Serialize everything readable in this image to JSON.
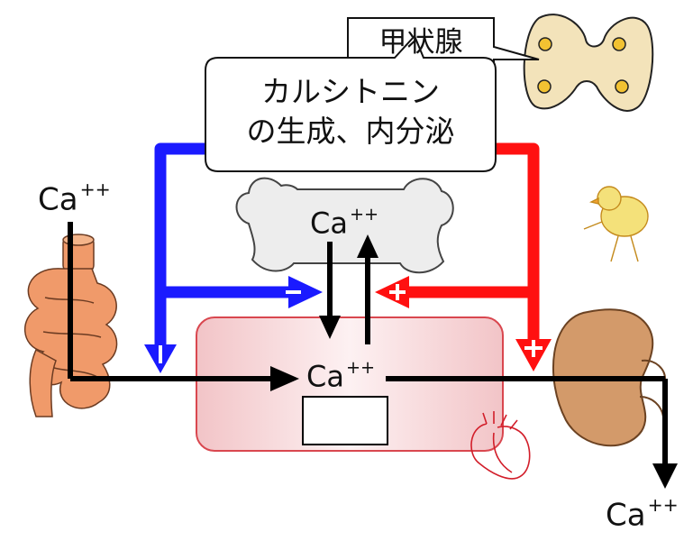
{
  "thyroid_label": "甲状腺",
  "process_label": {
    "line1": "カルシトニン",
    "line2": "の生成、内分泌"
  },
  "ions": {
    "intake": {
      "base": "Ca",
      "charge": "++"
    },
    "bone": {
      "base": "Ca",
      "charge": "++"
    },
    "blood": {
      "base": "Ca",
      "charge": "++"
    },
    "excreted": {
      "base": "Ca",
      "charge": "++"
    }
  },
  "colors": {
    "inhibit": "#1a1aff",
    "promote": "#ff1010",
    "flow": "#000000",
    "blood_box": "#f4c9cc"
  },
  "signs": {
    "inhibit": "−",
    "promote": "+"
  },
  "icons": [
    "thyroid-icon",
    "bone-icon",
    "intestine-icon",
    "kidney-icon",
    "heart-icon",
    "chick-icon"
  ]
}
